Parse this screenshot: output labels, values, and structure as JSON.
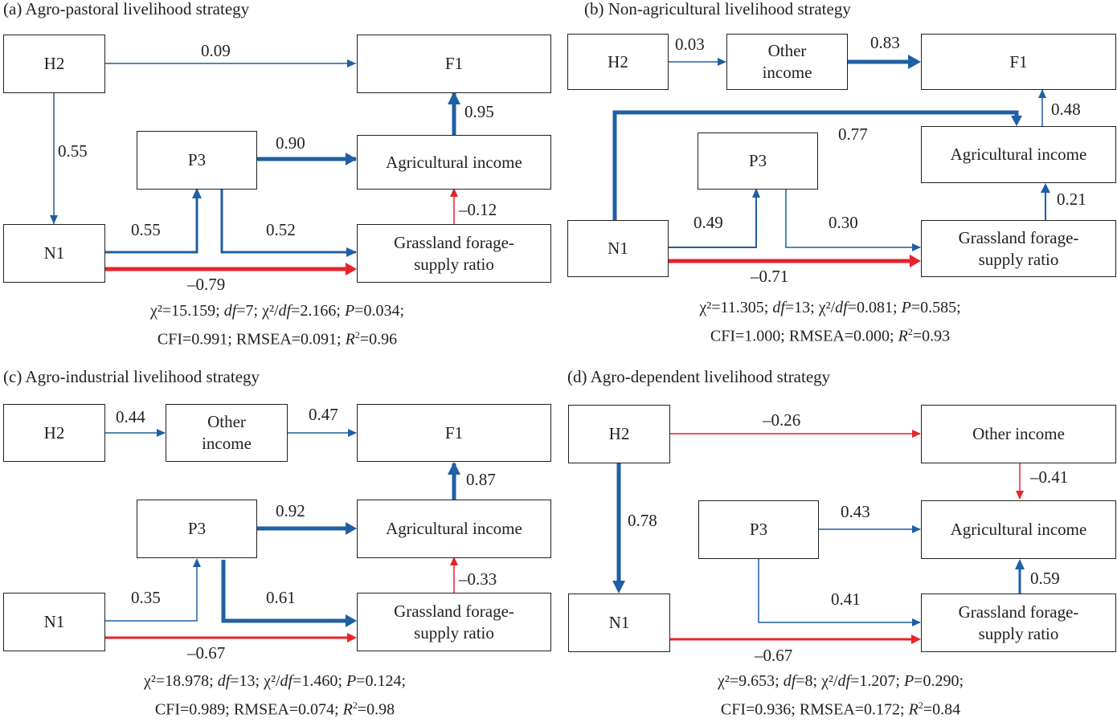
{
  "colors": {
    "positive": "#1f5fa3",
    "negative": "#e8232a",
    "text": "#231f20"
  },
  "panels": [
    {
      "title": "(a) Agro-pastoral livelihood strategy",
      "nodes": {
        "h2": "H2",
        "f1": "F1",
        "p3": "P3",
        "n1": "N1",
        "agri": "Agricultural income",
        "grass1": "Grassland forage-",
        "grass2": "supply ratio"
      },
      "paths": {
        "h2_f1": "0.09",
        "h2_n1": "0.55",
        "n1_p3": "0.55",
        "p3_agri": "0.90",
        "agri_f1": "0.95",
        "p3_grass": "0.52",
        "grass_agri": "–0.12",
        "n1_grass": "–0.79"
      },
      "stats": {
        "chi2": "χ²=15.159; ",
        "df_lbl": "df",
        "df_val": "=7; ",
        "ratio_pre": "χ²/",
        "ratio_df": "df",
        "ratio_val": "=2.166; ",
        "p_lbl": "P",
        "p_val": "=0.034;",
        "line2": "CFI=0.991; RMSEA=0.091; ",
        "r_lbl": "R",
        "r_sup": "2",
        "r_val": "=0.96"
      }
    },
    {
      "title": "(b) Non-agricultural livelihood strategy",
      "nodes": {
        "h2": "H2",
        "other1": "Other",
        "other2": "income",
        "f1": "F1",
        "agri": "Agricultural income",
        "p3": "P3",
        "n1": "N1",
        "grass1": "Grassland forage-",
        "grass2": "supply ratio"
      },
      "paths": {
        "h2_other": "0.03",
        "other_f1": "0.83",
        "agri_f1": "0.48",
        "n1_agri": "0.77",
        "grass_agri": "0.21",
        "n1_p3": "0.49",
        "p3_grass": "0.30",
        "n1_grass": "–0.71"
      },
      "stats": {
        "chi2": "χ²=11.305; ",
        "df_lbl": "df",
        "df_val": "=13; ",
        "ratio_pre": "χ²/",
        "ratio_df": "df",
        "ratio_val": "=0.081; ",
        "p_lbl": "P",
        "p_val": "=0.585;",
        "line2": "CFI=1.000; RMSEA=0.000; ",
        "r_lbl": "R",
        "r_sup": "2",
        "r_val": "=0.93"
      }
    },
    {
      "title": "(c) Agro-industrial livelihood strategy",
      "nodes": {
        "h2": "H2",
        "other1": "Other",
        "other2": "income",
        "f1": "F1",
        "p3": "P3",
        "agri": "Agricultural income",
        "n1": "N1",
        "grass1": "Grassland forage-",
        "grass2": "supply ratio"
      },
      "paths": {
        "h2_other": "0.44",
        "other_f1": "0.47",
        "agri_f1": "0.87",
        "p3_agri": "0.92",
        "grass_agri": "–0.33",
        "n1_p3": "0.35",
        "p3_grass": "0.61",
        "n1_grass": "–0.67"
      },
      "stats": {
        "chi2": "χ²=18.978; ",
        "df_lbl": "df",
        "df_val": "=13; ",
        "ratio_pre": "χ²/",
        "ratio_df": "df",
        "ratio_val": "=1.460; ",
        "p_lbl": "P",
        "p_val": "=0.124;",
        "line2": "CFI=0.989; RMSEA=0.074; ",
        "r_lbl": "R",
        "r_sup": "2",
        "r_val": "=0.98"
      }
    },
    {
      "title": "(d) Agro-dependent livelihood strategy",
      "nodes": {
        "h2": "H2",
        "other": "Other income",
        "p3": "P3",
        "agri": "Agricultural income",
        "n1": "N1",
        "grass1": "Grassland forage-",
        "grass2": "supply ratio"
      },
      "paths": {
        "h2_other": "–0.26",
        "other_agri": "–0.41",
        "h2_n1": "0.78",
        "p3_agri": "0.43",
        "grass_agri": "0.59",
        "p3_grass": "0.41",
        "n1_grass": "–0.67"
      },
      "stats": {
        "chi2": "χ²=9.653; ",
        "df_lbl": "df",
        "df_val": "=8; ",
        "ratio_pre": "χ²/",
        "ratio_df": "df",
        "ratio_val": "=1.207; ",
        "p_lbl": "P",
        "p_val": "=0.290;",
        "line2": "CFI=0.936; RMSEA=0.172; ",
        "r_lbl": "R",
        "r_sup": "2",
        "r_val": "=0.84"
      }
    }
  ]
}
